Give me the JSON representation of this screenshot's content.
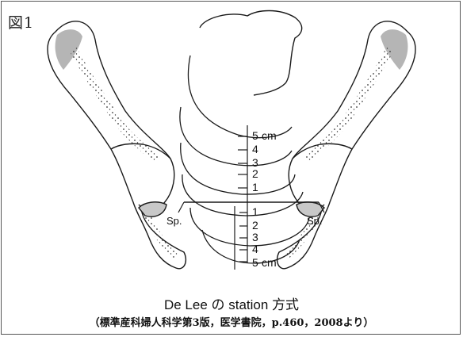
{
  "figure_label": "図1",
  "caption": {
    "title": "De Lee の station 方式",
    "source": "（標準産科婦人科学第3版，医学書院，p.460，2008より）"
  },
  "landmark_label": "Sp.",
  "unit": "cm",
  "stations_above": [
    {
      "value": "5",
      "unit": "cm"
    },
    {
      "value": "4",
      "unit": ""
    },
    {
      "value": "3",
      "unit": ""
    },
    {
      "value": "2",
      "unit": ""
    },
    {
      "value": "1",
      "unit": ""
    }
  ],
  "stations_below": [
    {
      "value": "1",
      "unit": ""
    },
    {
      "value": "2",
      "unit": ""
    },
    {
      "value": "3",
      "unit": ""
    },
    {
      "value": "4",
      "unit": ""
    },
    {
      "value": "5",
      "unit": "cm"
    }
  ],
  "colors": {
    "ink": "#1a1a1a",
    "shade": "#9a9a9a",
    "background": "#ffffff"
  }
}
